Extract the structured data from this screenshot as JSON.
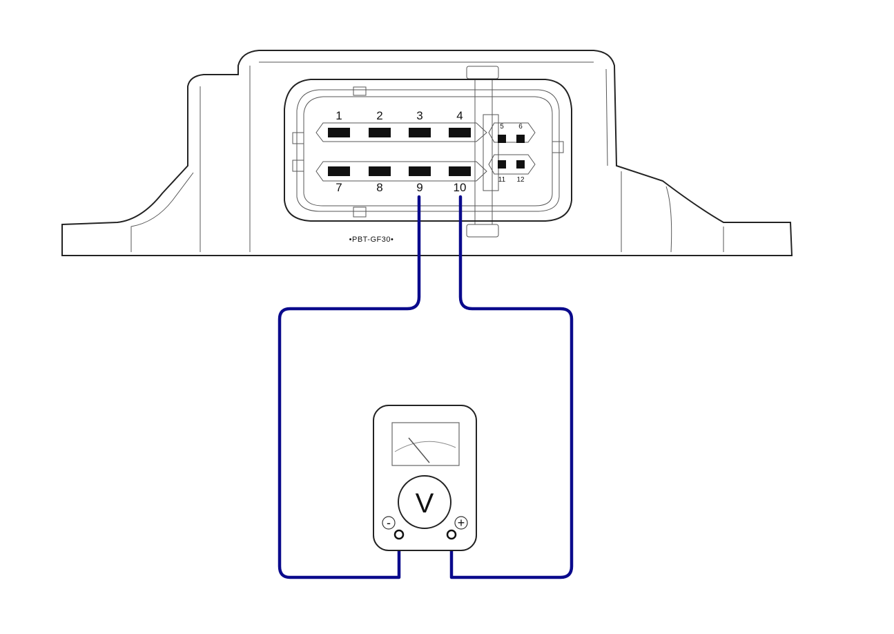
{
  "connector": {
    "pins_top": [
      "1",
      "2",
      "3",
      "4"
    ],
    "pins_bottom": [
      "7",
      "8",
      "9",
      "10"
    ],
    "pins_small_top": [
      "5",
      "6"
    ],
    "pins_small_bottom": [
      "11",
      "12"
    ],
    "part_code": "•PBT-GF30•"
  },
  "meter": {
    "symbol": "V",
    "negative_symbol": "-",
    "positive_symbol": "+"
  },
  "colors": {
    "wire": "#0a0a8c",
    "outline": "#222222",
    "pin": "#111111"
  }
}
